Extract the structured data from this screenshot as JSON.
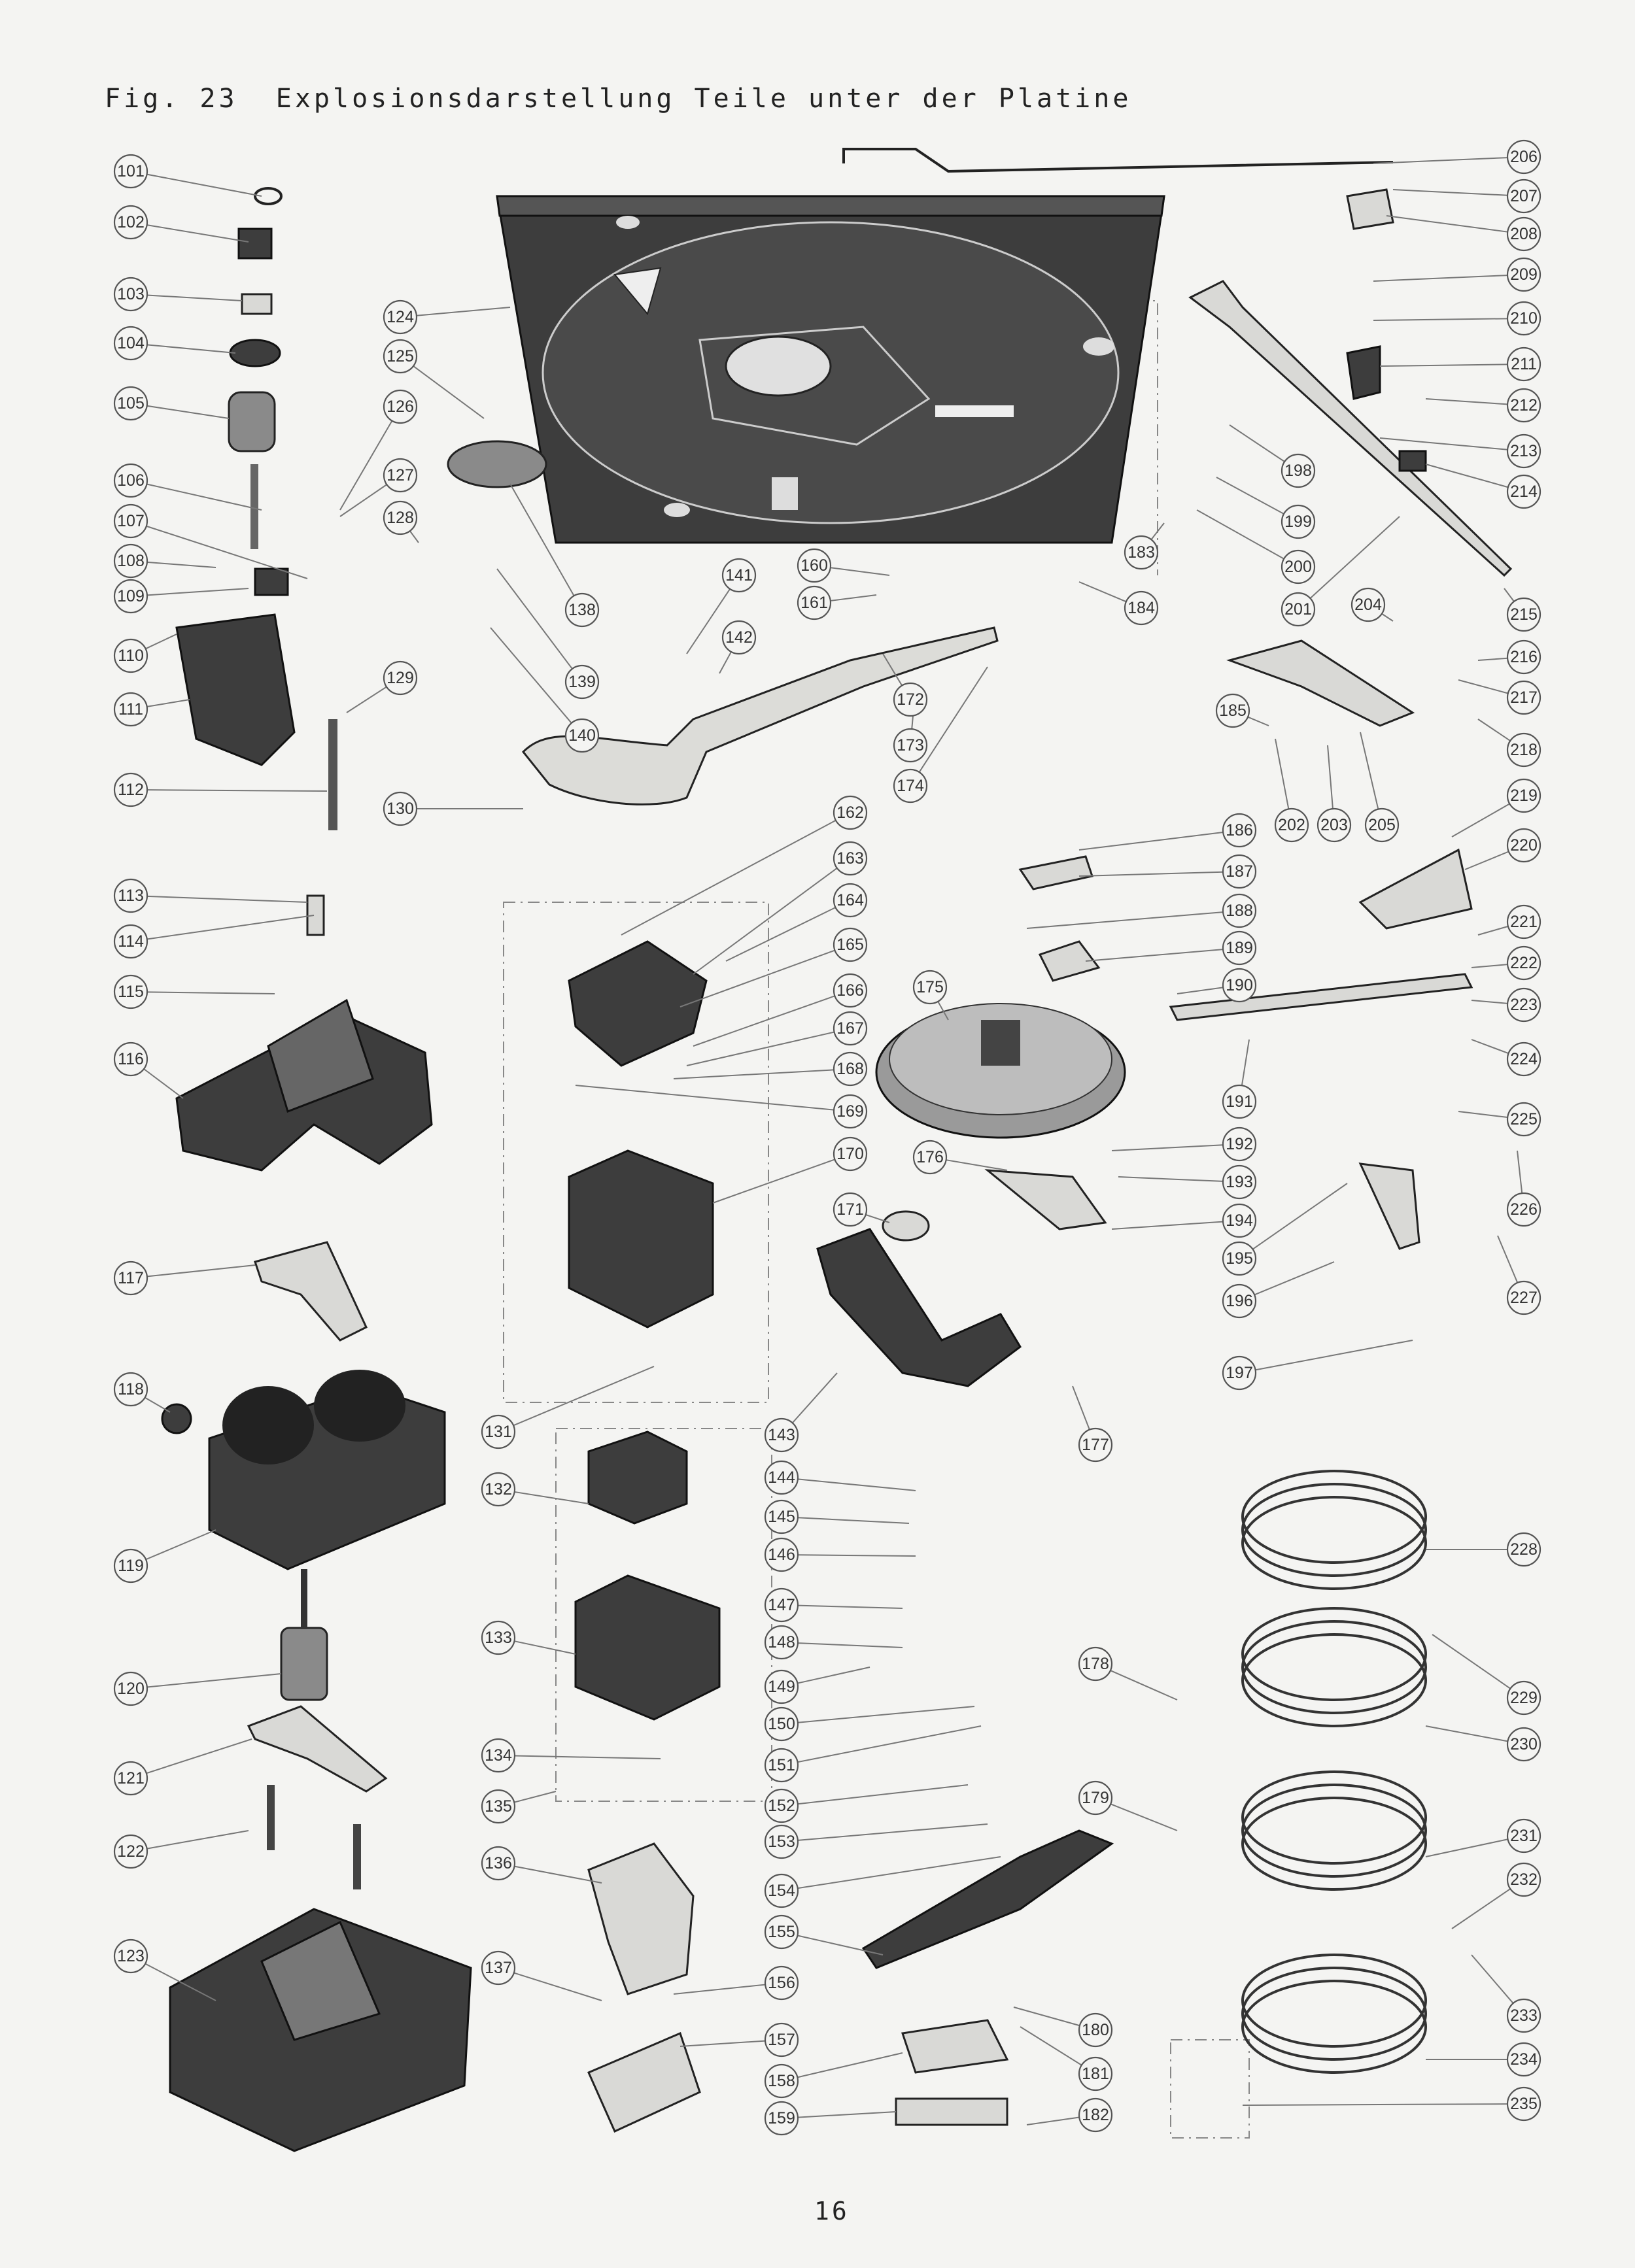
{
  "title": "Fig. 23  Explosionsdarstellung Teile unter der Platine",
  "page_number": "16",
  "callouts": [
    "101",
    "102",
    "103",
    "104",
    "105",
    "106",
    "107",
    "108",
    "109",
    "110",
    "111",
    "112",
    "113",
    "114",
    "115",
    "116",
    "117",
    "118",
    "119",
    "120",
    "121",
    "122",
    "123",
    "124",
    "125",
    "126",
    "127",
    "128",
    "129",
    "130",
    "131",
    "132",
    "133",
    "134",
    "135",
    "136",
    "137",
    "138",
    "139",
    "140",
    "141",
    "142",
    "143",
    "144",
    "145",
    "146",
    "147",
    "148",
    "149",
    "150",
    "151",
    "152",
    "153",
    "154",
    "155",
    "156",
    "157",
    "158",
    "159",
    "160",
    "161",
    "162",
    "163",
    "164",
    "165",
    "166",
    "167",
    "168",
    "169",
    "170",
    "171",
    "172",
    "173",
    "174",
    "175",
    "176",
    "177",
    "178",
    "179",
    "180",
    "181",
    "182",
    "183",
    "184",
    "185",
    "186",
    "187",
    "188",
    "189",
    "190",
    "191",
    "192",
    "193",
    "194",
    "195",
    "196",
    "197",
    "198",
    "199",
    "200",
    "201",
    "202",
    "203",
    "204",
    "205",
    "206",
    "207",
    "208",
    "209",
    "210",
    "211",
    "212",
    "213",
    "214",
    "215",
    "216",
    "217",
    "218",
    "219",
    "220",
    "221",
    "222",
    "223",
    "224",
    "225",
    "226",
    "227",
    "228",
    "229",
    "230",
    "231",
    "232",
    "233",
    "234",
    "235"
  ]
}
